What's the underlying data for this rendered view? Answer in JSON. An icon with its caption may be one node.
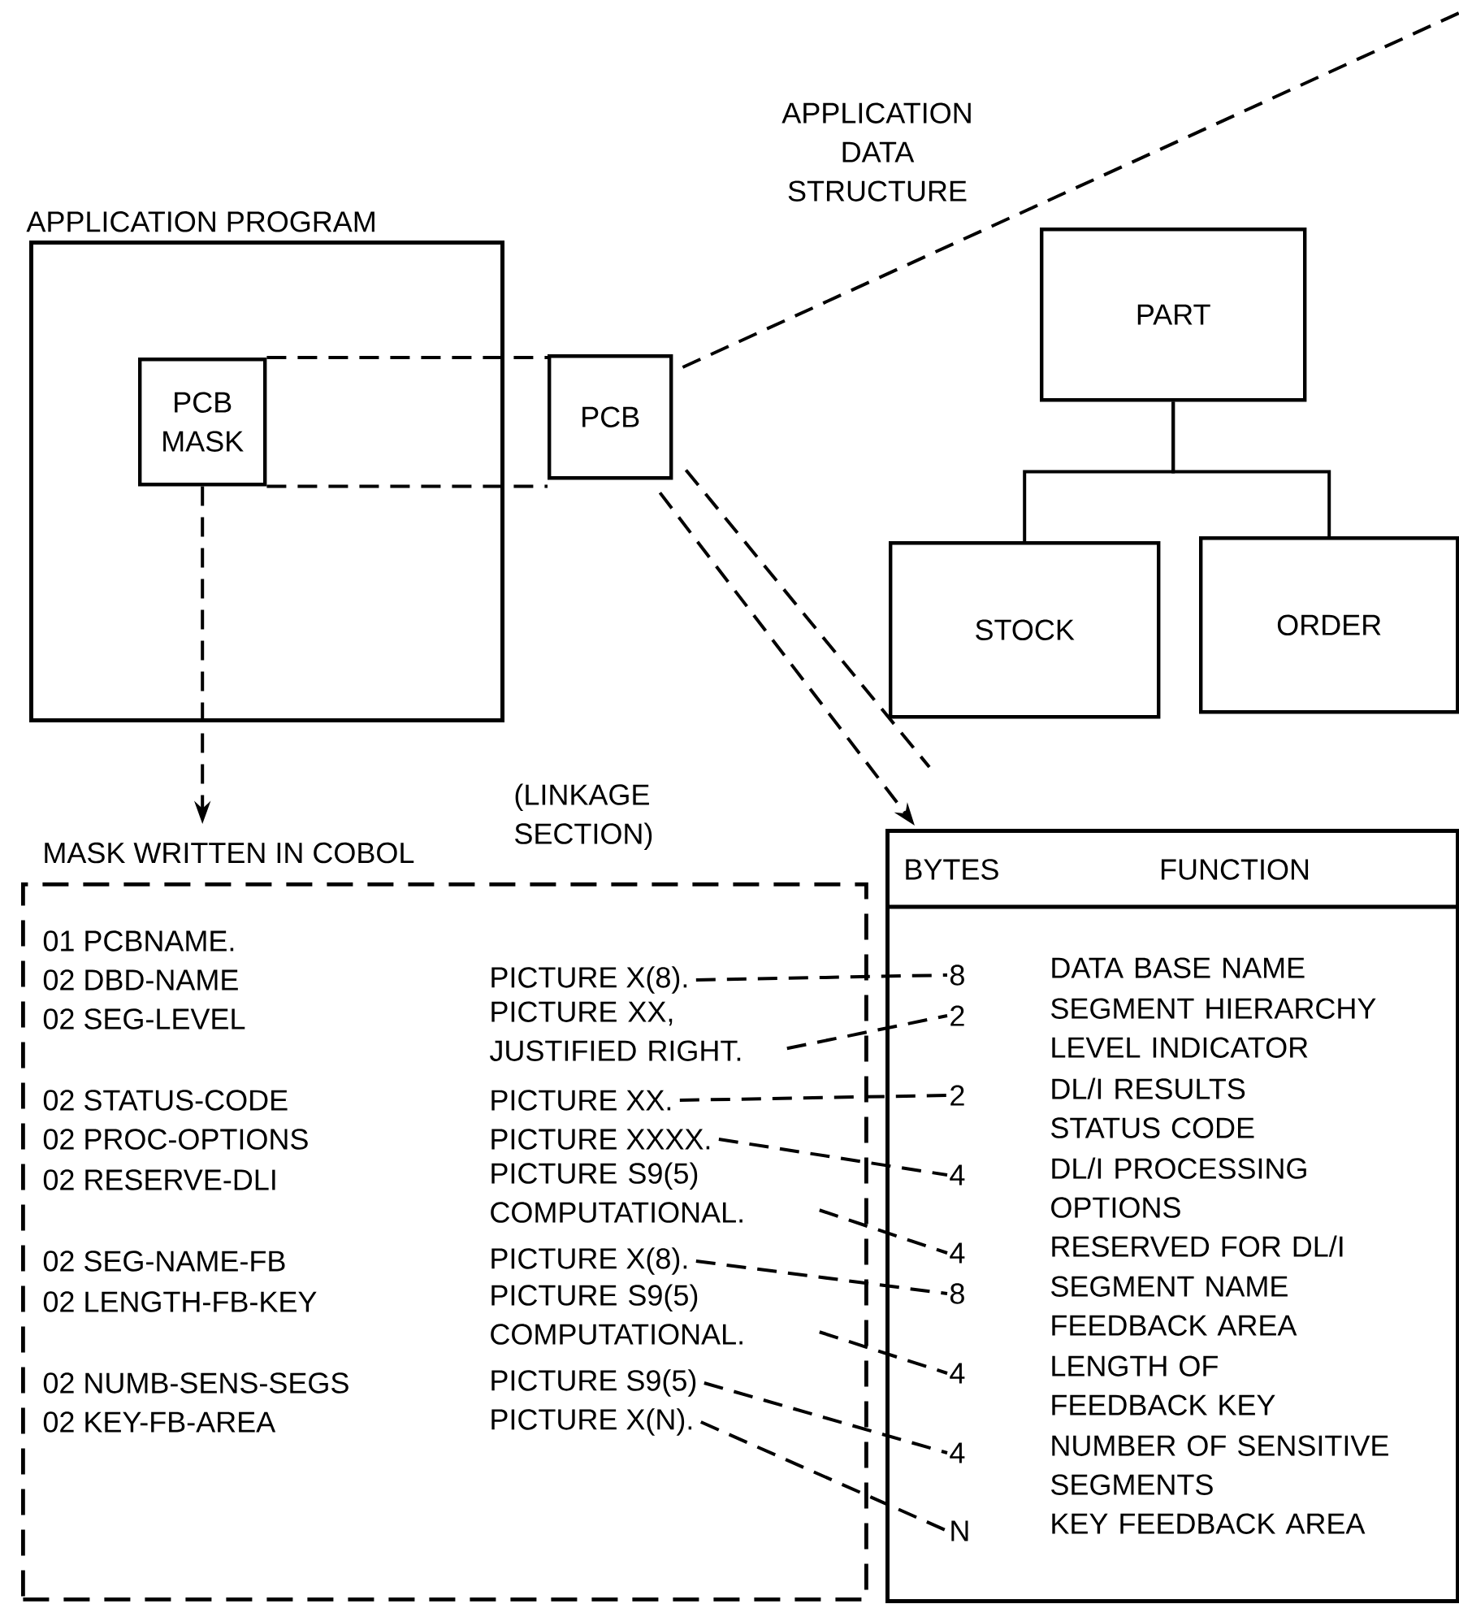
{
  "diagram": {
    "nodes": [
      {
        "text": [
          "APPLICATION PROGRAM"
        ]
      },
      {
        "text": [
          "PCB MASK"
        ],
        "in": 0
      },
      {
        "text": [
          "PCB"
        ]
      },
      {
        "text": [
          "PART"
        ]
      },
      {
        "text": [
          "STOCK"
        ]
      },
      {
        "text": [
          "ORDER"
        ]
      },
      {
        "text": [
          "MASK WRITTEN IN COBOL",
          "(LINKAGE SECTION)"
        ]
      },
      {
        "text": [
          "BYTES",
          "FUNCTION"
        ]
      },
      {
        "text": [
          "PICTURE X(8)."
        ],
        "in": 6
      },
      {
        "text": [
          "PICTURE XX, JUSTIFIED RIGHT."
        ],
        "in": 6
      },
      {
        "text": [
          "PICTURE XX."
        ],
        "in": 6
      },
      {
        "text": [
          "PICTURE XXXX."
        ],
        "in": 6
      },
      {
        "text": [
          "PICTURE S9(5) COMPUTATIONAL."
        ],
        "in": 6
      },
      {
        "text": [
          "PICTURE X(8)."
        ],
        "in": 6
      },
      {
        "text": [
          "PICTURE S9(5) COMPUTATIONAL."
        ],
        "in": 6
      },
      {
        "text": [
          "PICTURE S9(5)"
        ],
        "in": 6
      },
      {
        "text": [
          "PICTURE X(N)."
        ],
        "in": 6
      },
      {
        "text": [
          "8"
        ],
        "in": 7,
        "beside": [
          "DATA BASE NAME"
        ]
      },
      {
        "text": [
          "2"
        ],
        "in": 7,
        "beside": [
          "SEGMENT HIERARCHY LEVEL INDICATOR"
        ]
      },
      {
        "text": [
          "2"
        ],
        "in": 7,
        "beside": [
          "DL/I RESULTS STATUS CODE"
        ]
      },
      {
        "text": [
          "4"
        ],
        "in": 7,
        "beside": [
          "DL/I PROCESSING OPTIONS"
        ]
      },
      {
        "text": [
          "4"
        ],
        "in": 7,
        "beside": [
          "RESERVED FOR DL/I"
        ]
      },
      {
        "text": [
          "8"
        ],
        "in": 7,
        "beside": [
          "SEGMENT NAME FEEDBACK AREA"
        ]
      },
      {
        "text": [
          "4"
        ],
        "in": 7,
        "beside": [
          "LENGTH OF FEEDBACK KEY"
        ]
      },
      {
        "text": [
          "4"
        ],
        "in": 7,
        "beside": [
          "NUMBER OF SENSITIVE SEGMENTS"
        ]
      },
      {
        "text": [
          "N"
        ],
        "in": 7,
        "beside": [
          "KEY FEEDBACK AREA"
        ]
      }
    ],
    "edges": [
      {
        "from": 1,
        "to": 2,
        "arrow": "none",
        "style": "dashed"
      },
      {
        "from": 1,
        "to": 2,
        "arrow": "none",
        "style": "dashed"
      },
      {
        "from": 2,
        "to": null,
        "arrow": "none",
        "style": "dashed"
      },
      {
        "from": 2,
        "to": null,
        "arrow": "none",
        "style": "dashed"
      },
      {
        "from": 2,
        "to": 7,
        "arrow": "to",
        "style": "dashed"
      },
      {
        "from": 1,
        "to": 6,
        "arrow": "to",
        "style": "dashed"
      },
      {
        "from": 3,
        "to": 4,
        "arrow": "none"
      },
      {
        "from": 3,
        "to": 5,
        "arrow": "none"
      },
      {
        "from": 8,
        "to": 17,
        "arrow": "none",
        "style": "dashed"
      },
      {
        "from": 9,
        "to": 18,
        "arrow": "none",
        "style": "dashed"
      },
      {
        "from": 10,
        "to": 19,
        "arrow": "none",
        "style": "dashed"
      },
      {
        "from": 11,
        "to": 20,
        "arrow": "none",
        "style": "dashed"
      },
      {
        "from": 12,
        "to": 21,
        "arrow": "none",
        "style": "dashed"
      },
      {
        "from": 13,
        "to": 22,
        "arrow": "none",
        "style": "dashed"
      },
      {
        "from": 14,
        "to": 23,
        "arrow": "none",
        "style": "dashed"
      },
      {
        "from": 15,
        "to": 24,
        "arrow": "none",
        "style": "dashed"
      },
      {
        "from": 16,
        "to": 25,
        "arrow": "none",
        "style": "dashed"
      }
    ],
    "labels": [
      "APPLICATION DATA STRUCTURE",
      "01 PCBNAME.",
      "02 DBD-NAME",
      "02 SEG-LEVEL",
      "02 STATUS-CODE",
      "02 PROC-OPTIONS",
      "02 RESERVE-DLI",
      "02 SEG-NAME-FB",
      "02 LENGTH-FB-KEY",
      "02 NUMB-SENS-SEGS",
      "02 KEY-FB-AREA"
    ]
  }
}
